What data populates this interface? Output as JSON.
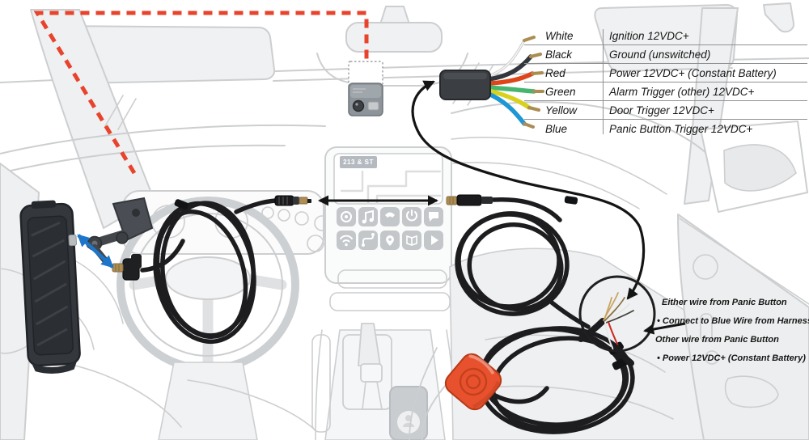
{
  "legend": {
    "rows": [
      {
        "name": "White",
        "desc": "Ignition 12VDC+",
        "hex": "#f2f2f0"
      },
      {
        "name": "Black",
        "desc": "Ground (unswitched)",
        "hex": "#33373b"
      },
      {
        "name": "Red",
        "desc": "Power 12VDC+ (Constant Battery)",
        "hex": "#dd4619"
      },
      {
        "name": "Green",
        "desc": "Alarm Trigger (other) 12VDC+",
        "hex": "#46b66e"
      },
      {
        "name": "Yellow",
        "desc": "Door Trigger 12VDC+",
        "hex": "#d8d21f"
      },
      {
        "name": "Blue",
        "desc": "Panic Button Trigger 12VDC+",
        "hex": "#1e97d4"
      }
    ]
  },
  "annotations": {
    "panic_either": "Either wire from Panic Button",
    "panic_connect": "• Connect to Blue Wire from Harness",
    "panic_other": "Other wire from Panic Button",
    "panic_power": "• Power 12VDC+ (Constant Battery)"
  },
  "nav_badge": "213 & ST",
  "colors": {
    "route_dashed": "#e8432c",
    "panic_button": "#e8512e",
    "panic_button_edge": "#b53a18",
    "arrow_blue": "#1d76c9",
    "wire_tip_gold": "#ab8c52",
    "cable_black": "#1d1d1f",
    "arrow_black": "#141414",
    "car_line": "#ccced0"
  },
  "icons": {
    "infotainment": [
      "record",
      "music",
      "phone",
      "power",
      "chat",
      "wifi",
      "route",
      "location",
      "book",
      "play"
    ]
  }
}
